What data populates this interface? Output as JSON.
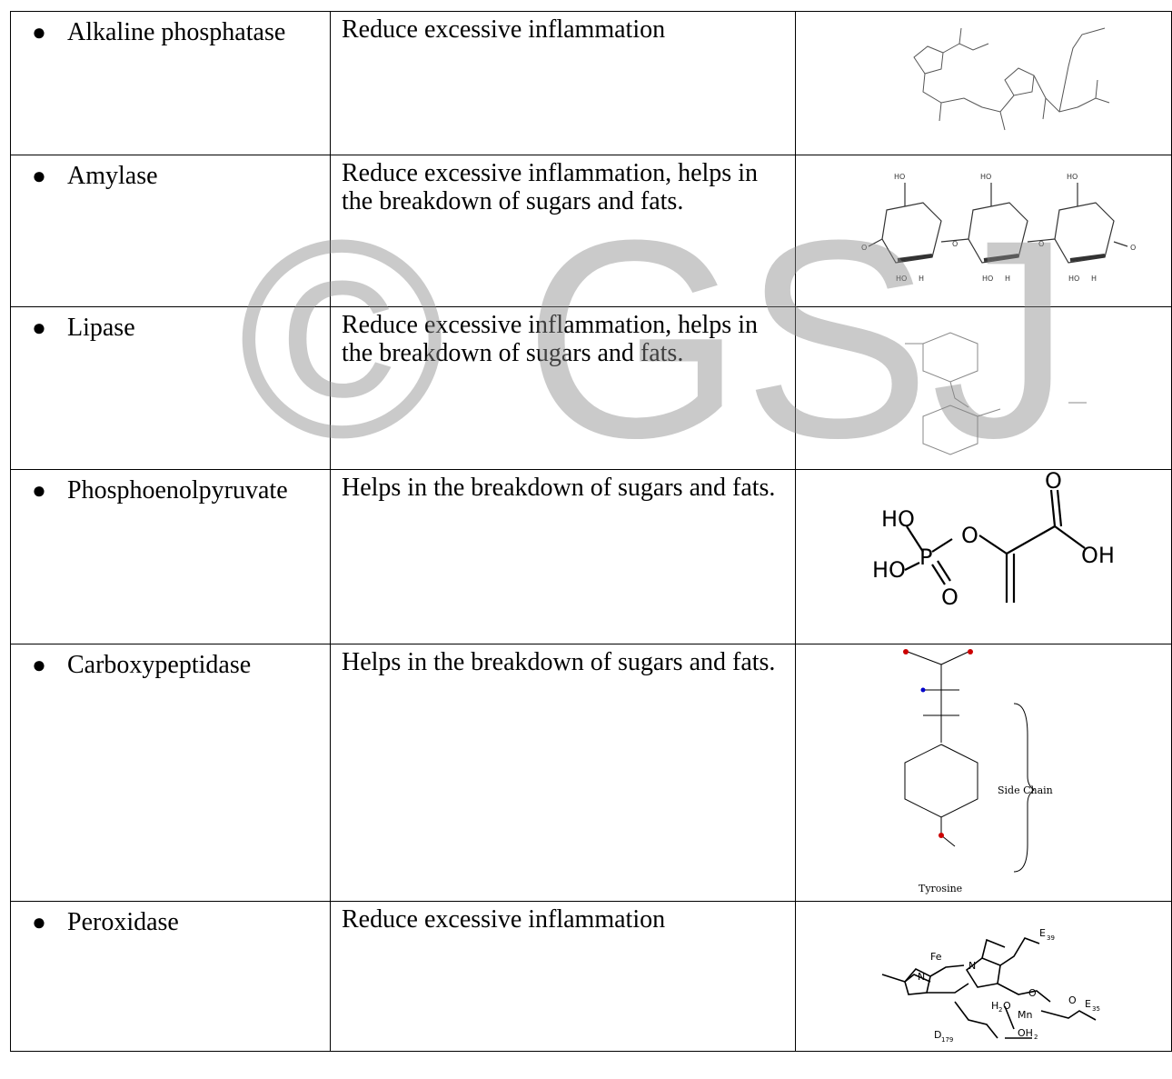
{
  "watermark": {
    "text": "© GSJ"
  },
  "rows": [
    {
      "enzyme": "Alkaline phosphatase",
      "function": "Reduce excessive inflammation",
      "structure_icon": "peptide-structure-icon"
    },
    {
      "enzyme": "Amylase",
      "function": "Reduce excessive inflammation, helps in the breakdown of sugars and fats.",
      "structure_icon": "glucose-chain-structure-icon",
      "labels": [
        "HO",
        "HO",
        "HO",
        "HO",
        "H",
        "HO",
        "H",
        "HO",
        "H",
        "O",
        "O",
        "O",
        "O"
      ]
    },
    {
      "enzyme": "Lipase",
      "function": "Reduce excessive inflammation, helps in the breakdown of sugars and fats.",
      "structure_icon": "ring-structure-icon"
    },
    {
      "enzyme": "Phosphoenolpyruvate",
      "function": "Helps in the breakdown of sugars and fats.",
      "structure_icon": "phosphoenolpyruvate-structure-icon",
      "labels": [
        "HO",
        "HO",
        "P",
        "O",
        "O",
        "O",
        "OH"
      ]
    },
    {
      "enzyme": "Carboxypeptidase",
      "function": "Helps in the breakdown of sugars and fats.",
      "structure_icon": "tyrosine-structure-icon",
      "side_chain": "Side Chain",
      "molecule": "Tyrosine"
    },
    {
      "enzyme": "Peroxidase",
      "function": "Reduce excessive inflammation",
      "structure_icon": "heme-manganese-structure-icon",
      "labels": [
        "Fe",
        "N",
        "N",
        "E",
        "39",
        "H",
        "2",
        "O",
        "Mn",
        "OH",
        "2",
        "O",
        "O",
        "E",
        "35",
        "D",
        "179"
      ]
    }
  ]
}
